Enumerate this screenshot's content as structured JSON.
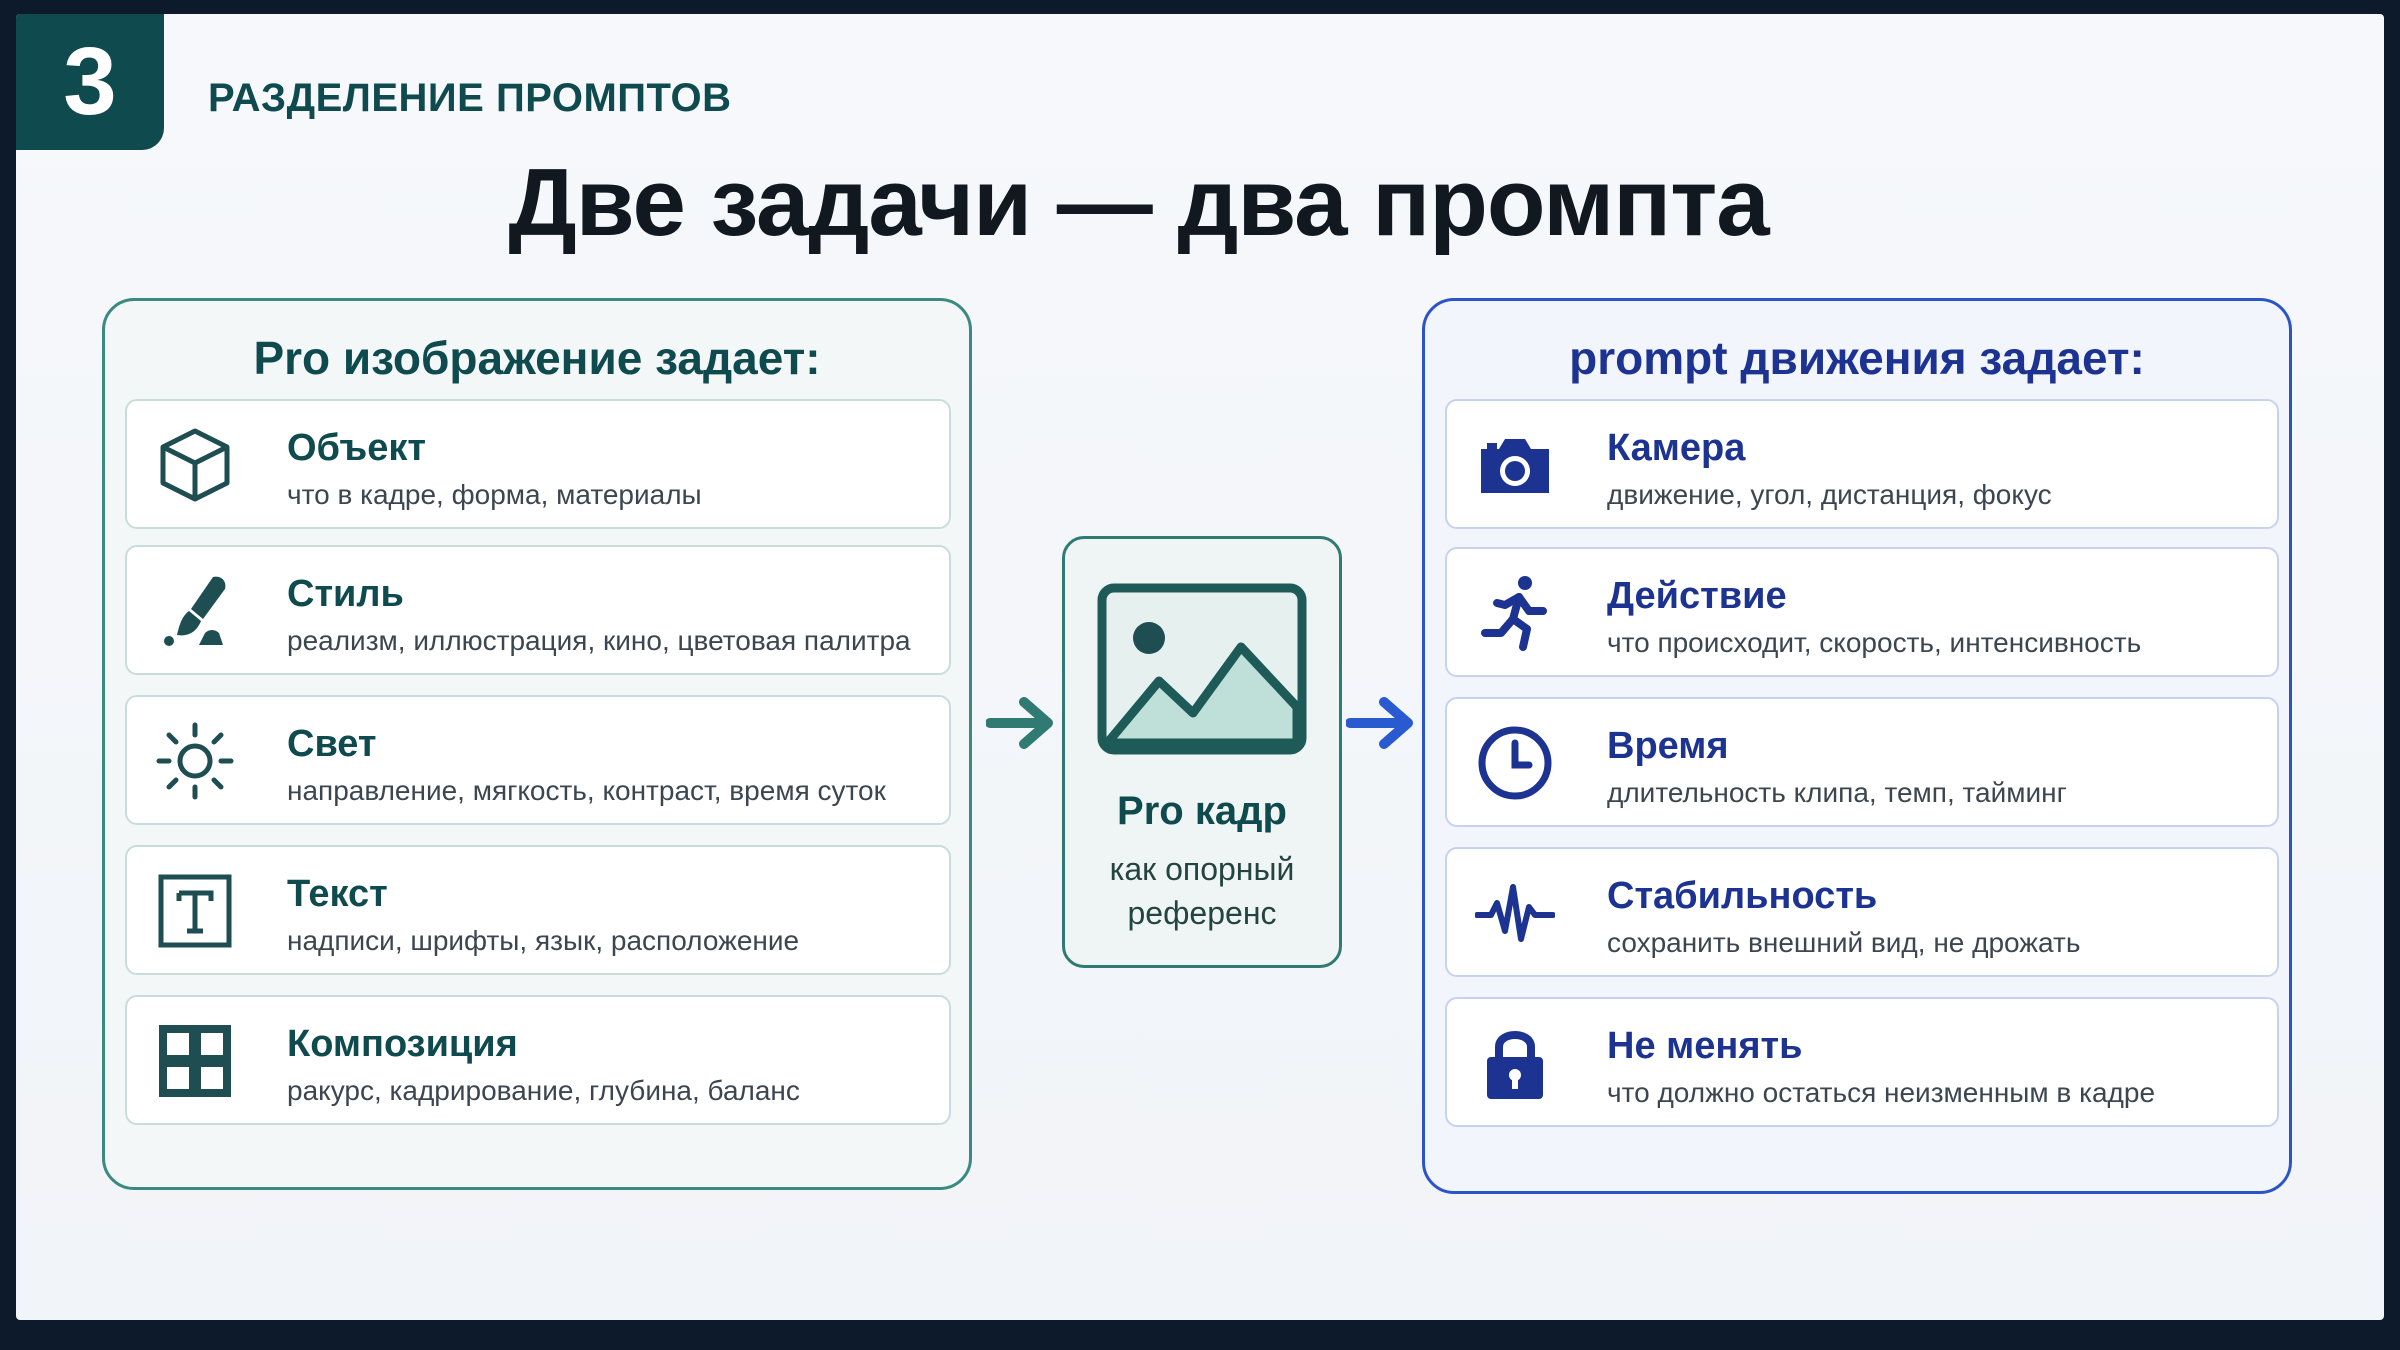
{
  "header": {
    "step_number": "3",
    "section_label": "РАЗДЕЛЕНИЕ ПРОМПТОВ",
    "title": "Две задачи — два промпта"
  },
  "left_panel": {
    "title": "Pro изображение задает:",
    "accent": "#0e4a4e",
    "items": [
      {
        "icon": "cube-icon",
        "title": "Объект",
        "desc": "что в кадре, форма, материалы"
      },
      {
        "icon": "paint-brush-icon",
        "title": "Стиль",
        "desc": "реализм, иллюстрация, кино, цветовая палитра"
      },
      {
        "icon": "sun-icon",
        "title": "Свет",
        "desc": "направление, мягкость, контраст, время суток"
      },
      {
        "icon": "text-icon",
        "title": "Текст",
        "desc": "надписи, шрифты, язык, расположение"
      },
      {
        "icon": "grid-layout-icon",
        "title": "Композиция",
        "desc": "ракурс, кадрирование, глубина, баланс"
      }
    ]
  },
  "center": {
    "icon": "image-icon",
    "title": "Pro кадр",
    "subtitle_line1": "как опорный",
    "subtitle_line2": "референс"
  },
  "right_panel": {
    "title": "prompt движения задает:",
    "accent": "#1c3391",
    "items": [
      {
        "icon": "camera-icon",
        "title": "Камера",
        "desc": "движение, угол, дистанция, фокус"
      },
      {
        "icon": "running-person-icon",
        "title": "Действие",
        "desc": "что происходит, скорость, интенсивность"
      },
      {
        "icon": "clock-icon",
        "title": "Время",
        "desc": "длительность клипа, темп, тайминг"
      },
      {
        "icon": "pulse-icon",
        "title": "Стабильность",
        "desc": "сохранить внешний вид, не дрожать"
      },
      {
        "icon": "lock-icon",
        "title": "Не менять",
        "desc": "что должно остаться неизменным в кадре"
      }
    ]
  }
}
